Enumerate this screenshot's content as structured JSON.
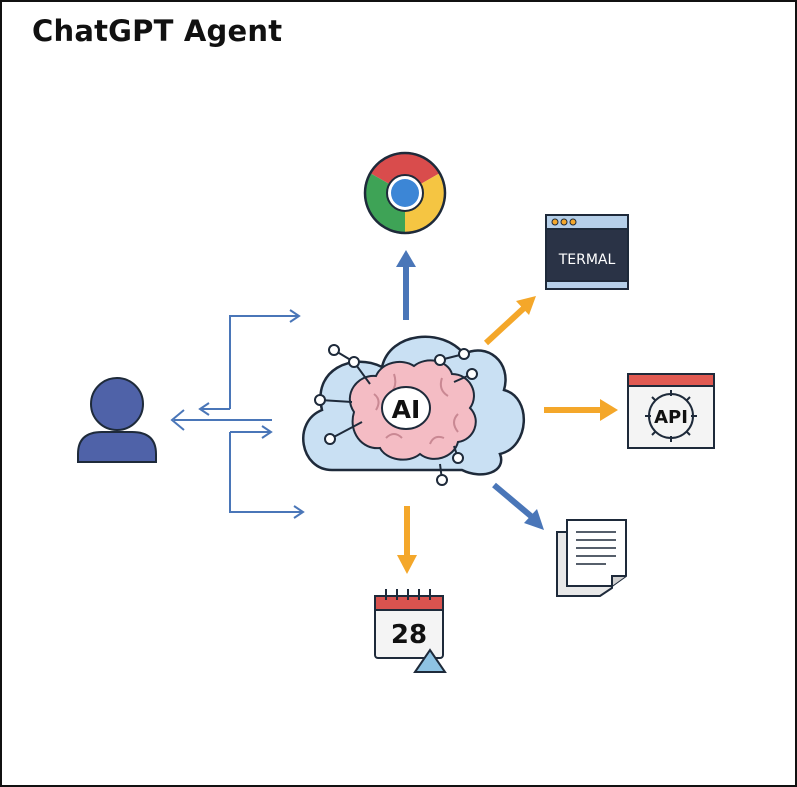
{
  "title": "ChatGPT Agent",
  "center": {
    "label": "AI"
  },
  "terminal": {
    "label": "TERMAL"
  },
  "api": {
    "label": "API"
  },
  "calendar": {
    "day": "28"
  },
  "colors": {
    "blue_arrow": "#4a76b8",
    "orange_arrow": "#f4a72a",
    "cloud_fill": "#c9e0f3",
    "brain_fill": "#f4bcc4",
    "user_fill": "#4f62a8",
    "outline": "#1e2a3a",
    "api_red": "#e05a52",
    "calendar_red": "#d9534f",
    "terminal_dark": "#2a3346"
  }
}
